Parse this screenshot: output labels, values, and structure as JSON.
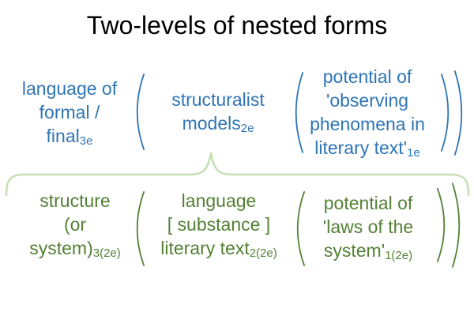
{
  "title": "Two-levels of nested forms",
  "colors": {
    "title": "#000000",
    "background": "#FFFFFF",
    "level1_blue": "#2E75B6",
    "level2_green": "#538135",
    "brace_light_green": "#C6E0B4"
  },
  "top_row": {
    "items": [
      {
        "lines": [
          {
            "text": "language of"
          },
          {
            "text": "formal /"
          },
          {
            "text": "final",
            "sub": "3e"
          }
        ]
      },
      {
        "lines": [
          {
            "text": "structuralist"
          },
          {
            "text": "models",
            "sub": "2e"
          }
        ]
      },
      {
        "lines": [
          {
            "text": "potential of"
          },
          {
            "text": "'observing"
          },
          {
            "text": "phenomena in"
          },
          {
            "text": "literary text'",
            "sub": "1e"
          }
        ]
      }
    ]
  },
  "bottom_row": {
    "items": [
      {
        "lines": [
          {
            "text": "structure"
          },
          {
            "text": "(or"
          },
          {
            "text": "system)",
            "sub": "3(2e)"
          }
        ]
      },
      {
        "lines": [
          {
            "text": "language"
          },
          {
            "text": "[ substance ]"
          },
          {
            "text": "literary text",
            "sub": "2(2e)"
          }
        ]
      },
      {
        "lines": [
          {
            "text": "potential of"
          },
          {
            "text": "'laws of the"
          },
          {
            "text": "system'",
            "sub": "1(2e)"
          }
        ]
      }
    ]
  }
}
